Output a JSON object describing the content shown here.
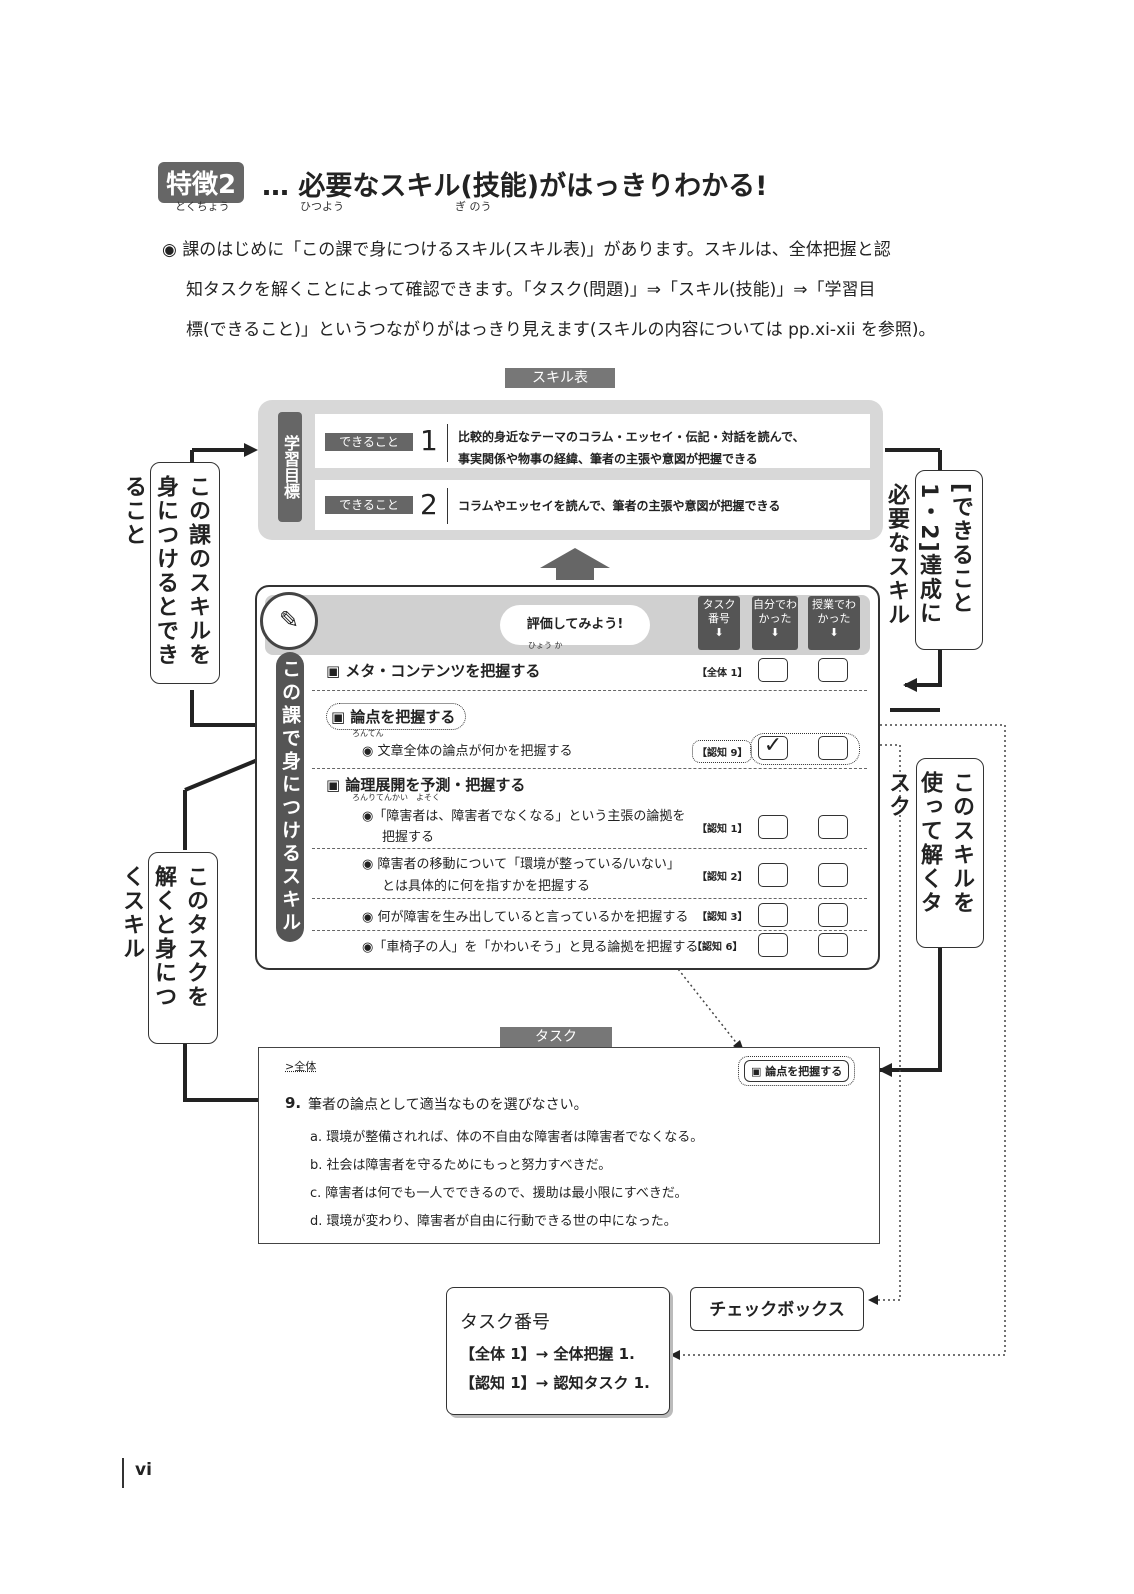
{
  "header": {
    "badge": "特徴2",
    "badge_ruby": "とくちょう",
    "title": "… 必要なスキル(技能)がはっきりわかる!",
    "title_ruby_1": "ひつよう",
    "title_ruby_2": "ぎ のう"
  },
  "intro": {
    "line1": "◉ 課のはじめに「この課で身につけるスキル(スキル表)」があります。スキルは、全体把握と認",
    "line2": "知タスクを解くことによって確認できます。「タスク(問題)」⇒「スキル(技能)」⇒「学習目",
    "line3": "標(できること)」というつながりがはっきり見えます(スキルの内容については pp.xi-xii を参照)。"
  },
  "skill_table_label": "スキル表",
  "goals": {
    "side_label": "学習目標",
    "items": [
      {
        "tag": "できること",
        "num": "1",
        "text1": "比較的身近なテーマのコラム・エッセイ・伝記・対話を読んで、",
        "text2": "事実関係や物事の経緯、筆者の主張や意図が把握できる"
      },
      {
        "tag": "できること",
        "num": "2",
        "text1": "コラムやエッセイを読んで、筆者の主張や意図が把握できる",
        "text2": ""
      }
    ]
  },
  "skills": {
    "side_label": "この課で身につけるスキル",
    "eval_bubble": "評価してみよう!",
    "eval_ruby": "ひょう か",
    "col_headers": [
      "タスク番号",
      "自分でわかった",
      "授業でわかった"
    ],
    "arrow": "⬇",
    "sections": [
      {
        "title": "メタ・コンテンツを把握する",
        "code": "【全体 1】"
      },
      {
        "title": "論点を把握する",
        "ruby": "ろんてん"
      },
      {
        "title": "論理展開を予測・把握する",
        "ruby": "ろんりてんかい　よそく"
      }
    ],
    "subs": [
      {
        "text1": "◉ 文章全体の論点が何かを把握する",
        "text2": "",
        "code": "【認知 9】",
        "checked": "✓"
      },
      {
        "text1": "◉「障害者は、障害者でなくなる」という主張の論拠を",
        "text2": "把握する",
        "code": "【認知 1】"
      },
      {
        "text1": "◉ 障害者の移動について「環境が整っている/いない」",
        "text2": "とは具体的に何を指すかを把握する",
        "code": "【認知 2】"
      },
      {
        "text1": "◉ 何が障害を生み出していると言っているかを把握する",
        "text2": "",
        "code": "【認知 3】"
      },
      {
        "text1": "◉「車椅子の人」を「かわいそう」と見る論拠を把握する",
        "text2": "",
        "code": "【認知 6】"
      }
    ]
  },
  "callouts": {
    "left_top": "この課のスキルを身につけるとできること",
    "left_bottom": "このタスクを解くと身につくスキル",
    "right_top": "[できること1・2]達成に必要なスキル",
    "right_mid": "このスキルを使って解くタスク"
  },
  "task": {
    "label": "タスク",
    "scope": ">全体",
    "tag": "論点を把握する",
    "q_num": "9.",
    "question": "筆者の論点として適当なものを選びなさい。",
    "options": [
      "a. 環境が整備されれば、体の不自由な障害者は障害者でなくなる。",
      "b. 社会は障害者を守るためにもっと努力すべきだ。",
      "c. 障害者は何でも一人でできるので、援助は最小限にすべきだ。",
      "d. 環境が変わり、障害者が自由に行動できる世の中になった。"
    ]
  },
  "legend": {
    "title": "タスク番号",
    "line1": "【全体 1】→ 全体把握 1.",
    "line2": "【認知 1】→ 認知タスク 1."
  },
  "checkbox_label": "チェックボックス",
  "page_number": "vi"
}
